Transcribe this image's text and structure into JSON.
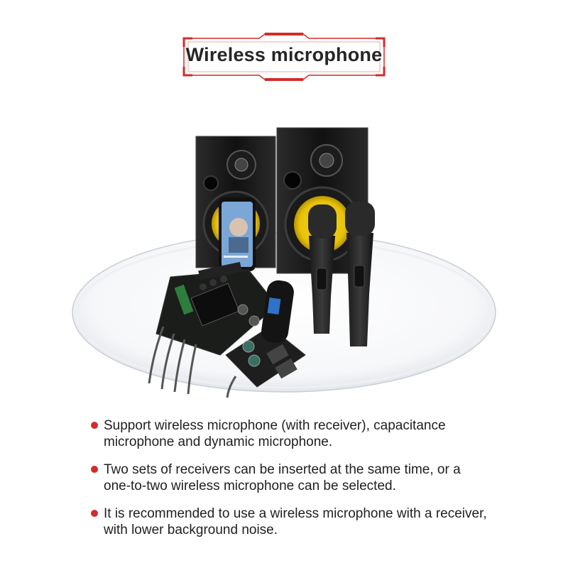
{
  "title": "Wireless microphone",
  "colors": {
    "accent": "#d42b2b",
    "text": "#1f1f1f"
  },
  "features": [
    "Support wireless microphone (with receiver), capacitance microphone and dynamic microphone.",
    "Two sets of receivers can be inserted at the same time, or a one-to-two wireless microphone can be selected.",
    "It is recommended to use a wireless microphone with a receiver, with lower background noise."
  ],
  "product_image": {
    "items": [
      "bookshelf-speaker-left",
      "bookshelf-speaker-right",
      "smartphone",
      "amplifier-board",
      "wireless-receiver",
      "handheld-microphone",
      "handheld-microphone"
    ]
  }
}
